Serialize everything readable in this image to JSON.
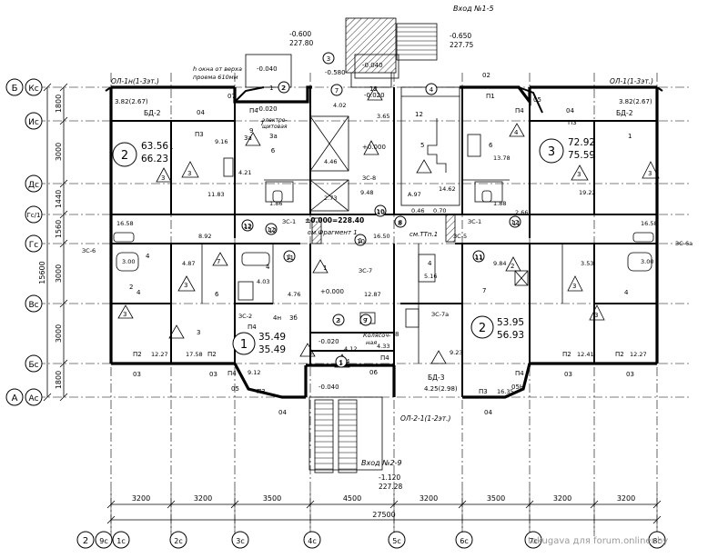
{
  "entrances": {
    "top": "Вход №1-5",
    "bottom": "Вход №2-9"
  },
  "levels": {
    "top_left_1": "-0.600",
    "top_left_2": "227.80",
    "top_right_1": "-0.650",
    "top_right_2": "227.75",
    "porch_left": "-0.040",
    "porch_center": "-0.580",
    "porch_center_2": "-0.040",
    "stair_left": "-0.020",
    "stair_center": "-0.020",
    "zero_1": "+0.000",
    "zero_main": "±0.000=228.40",
    "zero_2": "+0.000",
    "hall_center": "-0.020",
    "entry_bottom": "-0.040",
    "bottom_1": "-1.120",
    "bottom_2": "227.28"
  },
  "notes": {
    "window_note_1": "h окна от верха",
    "window_note_2": "проема 610мм",
    "fragment": "см.Фрагмент 1",
    "tt": "см.ТТп.1",
    "elektro": "электро-",
    "elektro_2": "щитовая",
    "kolyasoch": "Колясоч-",
    "kolyasoch_2": "ная"
  },
  "marks": {
    "ol_left": "ОЛ-1н(1-3эт.)",
    "ol_right": "ОЛ-1(1-3эт.)",
    "ol_bottom": "ОЛ-2-1(1-2эт.)",
    "bd_left": "БД-2",
    "bd_right": "БД-2",
    "bd_bottom": "БД-3",
    "size_left": "3.82(2.67)",
    "size_right": "3.82(2.67)",
    "size_bottom": "4.25(2.98)",
    "zs1": "ЗС-1",
    "zs1b": "ЗС-1",
    "zs2": "ЗС-2",
    "zs5": "ЗС-5",
    "zs6": "ЗС-6",
    "zs6a": "ЗС-6а",
    "zs7": "ЗС-7",
    "zs7a": "ЗС-7а",
    "zs8": "ЗС-8"
  },
  "windows": {
    "o1": "07",
    "o2": "04",
    "o3": "02",
    "o4": "П1",
    "o5": "05",
    "o6": "04",
    "b1": "03",
    "b2": "03",
    "b3": "05",
    "b4": "04",
    "b5": "06",
    "b6": "04",
    "b7": "05Н",
    "b8": "03",
    "b9": "03",
    "p4_tl": "П4",
    "p4_tr": "П4",
    "p3_tl": "П3",
    "p3_tr": "П3",
    "p2_bl1": "П2",
    "p2_bl2": "П2",
    "p4_bl": "П4",
    "p3_bl": "П3",
    "p4_bc": "П4",
    "p3_bc": "П3",
    "p4_br": "П4",
    "p2_br1": "П2",
    "p2_br2": "П2",
    "p4_bc2": "П4"
  },
  "apartments": {
    "a2": {
      "num": "2",
      "area1": "63.56",
      "area2": "66.23"
    },
    "a3": {
      "num": "3",
      "area1": "72.92",
      "area2": "75.59"
    },
    "a1": {
      "num": "1",
      "area1": "35.49",
      "area2": "35.49"
    },
    "a2b": {
      "num": "2",
      "area1": "53.95",
      "area2": "56.93"
    }
  },
  "room_areas": {
    "r1": "11.83",
    "r2": "9.16",
    "r3": "4.21",
    "r4": "1.86",
    "r5": "4.46",
    "r6": "2.73",
    "r7": "9.48",
    "r8": "3.65",
    "r9": "14.62",
    "r10": "13.78",
    "r11": "1.88",
    "r12": "19.22",
    "r13": "16.58",
    "r14": "8.92",
    "r15": "16.50",
    "r16": "16.58",
    "r17": "3.00",
    "r18": "4.87",
    "r19": "4.03",
    "r20": "4.76",
    "r21": "12.87",
    "r22": "5.16",
    "r23": "9.84",
    "r24": "3.53",
    "r25": "3.00",
    "r26": "12.27",
    "r27": "17.58",
    "r28": "9.12",
    "r29": "4.12",
    "r30": "4.33",
    "r31": "9.23",
    "r32": "16.35",
    "r33": "12.41",
    "r34": "12.27",
    "r35": "4.02",
    "r36": "2.66",
    "r37": "0.46",
    "r38": "0.70",
    "r39": "А.97"
  },
  "room_nums": {
    "n1": "1",
    "n2": "3",
    "n3": "3",
    "n4": "1",
    "n5": "2",
    "n6": "3а",
    "n7": "9",
    "n8": "12",
    "n9": "5",
    "n10": "6",
    "n11": "4",
    "n12": "12",
    "n13": "3",
    "n14": "3",
    "n15": "1",
    "n16": "3",
    "n17": "4",
    "n18": "7",
    "n19": "2",
    "n20": "4",
    "n21": "6",
    "n22": "3",
    "n23": "3",
    "n24": "4",
    "n25": "1",
    "n26": "4",
    "n27": "2",
    "n28": "7",
    "n29": "3",
    "n30": "3",
    "n31": "4",
    "n32": "12",
    "n33": "10",
    "n34": "11",
    "n35": "8",
    "n36": "10",
    "n37": "11",
    "n38": "3а",
    "n39": "4н",
    "n40": "3б",
    "n41": "2",
    "n42": "9",
    "n43": "8",
    "n44": "2",
    "n45": "11",
    "n46": "12",
    "n47": "4",
    "n48": "1"
  },
  "circles": {
    "c2": "2",
    "c3": "3",
    "c4": "4",
    "c7": "7",
    "c6": "6",
    "c12": "12",
    "c10": "10",
    "c8": "8",
    "c11": "11",
    "c12b": "12",
    "c12c": "12",
    "c1": "1",
    "c1b": "1",
    "c1c": "1",
    "c3b": "3",
    "c7b": "7",
    "c7c": "7"
  },
  "left_axes": {
    "labels": [
      "Б",
      "Кс",
      "Ис",
      "Дс",
      "Гс/1",
      "Гс",
      "Вс",
      "Бс",
      "А",
      "Ас"
    ],
    "dims": [
      "1800",
      "3000",
      "1440",
      "1560",
      "3000",
      "3000",
      "1800"
    ],
    "total": "15600"
  },
  "bottom_axes": {
    "labels": [
      "2",
      "9с",
      "1с",
      "2с",
      "3с",
      "4с",
      "5с",
      "6с",
      "7с",
      "8с"
    ],
    "dims": [
      "3200",
      "3200",
      "3500",
      "4500",
      "3200",
      "3500",
      "3200",
      "3200"
    ],
    "total": "27500"
  },
  "watermark": "tokugava для forum.onliner.by"
}
